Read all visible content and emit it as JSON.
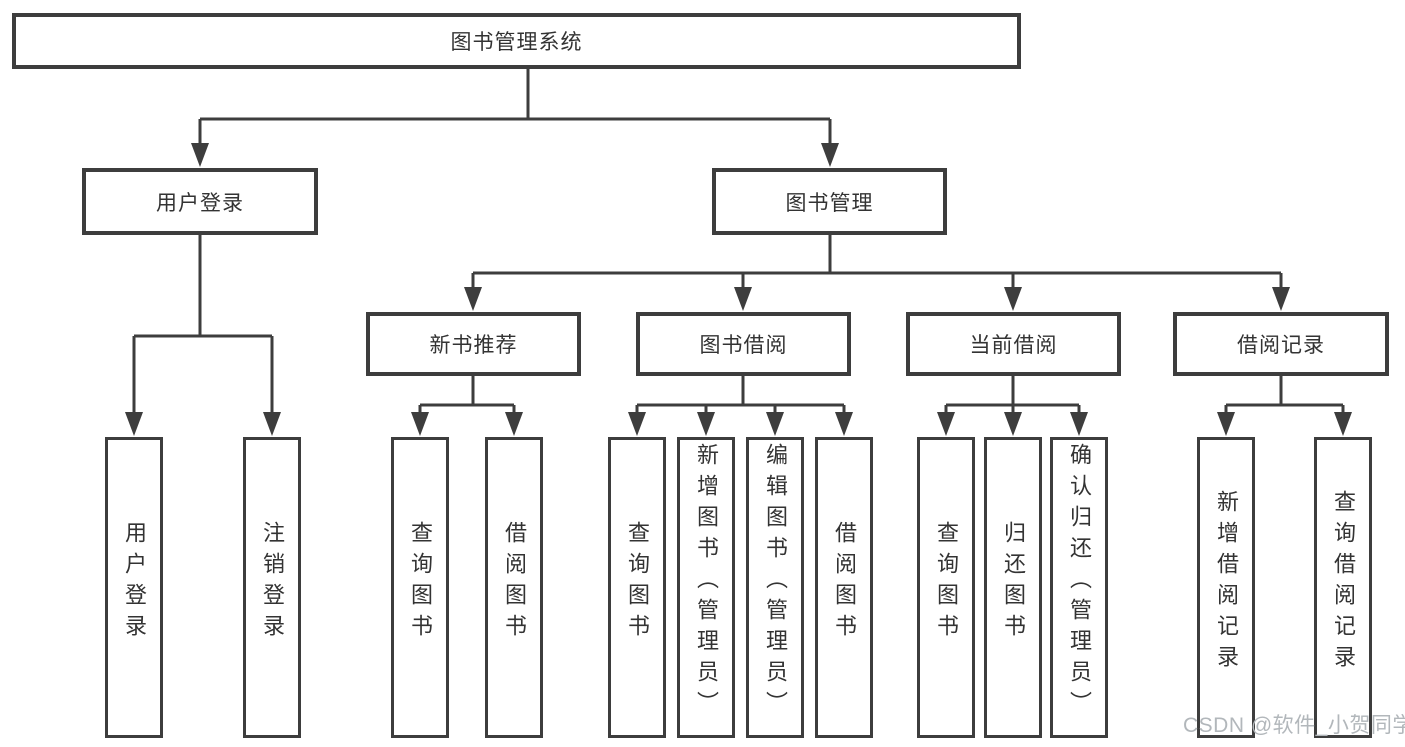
{
  "diagram": {
    "root": {
      "label": "图书管理系统"
    },
    "branches": [
      {
        "label": "用户登录",
        "children": [
          {
            "label": "用户登录"
          },
          {
            "label": "注销登录"
          }
        ]
      },
      {
        "label": "图书管理",
        "sections": [
          {
            "label": "新书推荐",
            "children": [
              {
                "label": "查询图书"
              },
              {
                "label": "借阅图书"
              }
            ]
          },
          {
            "label": "图书借阅",
            "children": [
              {
                "label": "查询图书"
              },
              {
                "label": "新增图书（管理员）"
              },
              {
                "label": "编辑图书（管理员）"
              },
              {
                "label": "借阅图书"
              }
            ]
          },
          {
            "label": "当前借阅",
            "children": [
              {
                "label": "查询图书"
              },
              {
                "label": "归还图书"
              },
              {
                "label": "确认归还（管理员）"
              }
            ]
          },
          {
            "label": "借阅记录",
            "children": [
              {
                "label": "新增借阅记录"
              },
              {
                "label": "查询借阅记录"
              }
            ]
          }
        ]
      }
    ]
  },
  "watermark": "CSDN @软件_小贺同学",
  "colors": {
    "line": "#3d3d3d",
    "text": "#333333",
    "background": "#ffffff",
    "watermark": "#b2b7bb"
  }
}
